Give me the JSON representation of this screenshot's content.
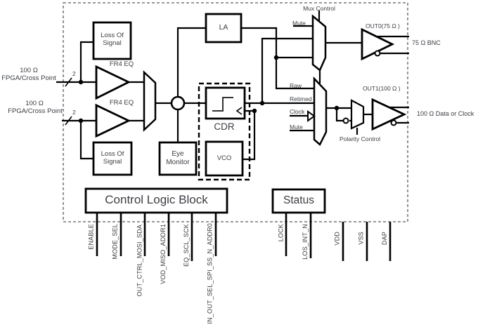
{
  "inputs": {
    "in0": {
      "impedance": "100 Ω",
      "label": "FPGA/Cross Point",
      "bus_width": "2"
    },
    "in1": {
      "impedance": "100 Ω",
      "label": "FPGA/Cross Point",
      "bus_width": "2"
    }
  },
  "blocks": {
    "loss_of_signal_top": {
      "line1": "Loss Of",
      "line2": "Signal"
    },
    "loss_of_signal_bottom": {
      "line1": "Loss Of",
      "line2": "Signal"
    },
    "fr4_eq_top": "FR4 EQ",
    "fr4_eq_bottom": "FR4 EQ",
    "la": "LA",
    "eye_monitor": {
      "line1": "Eye",
      "line2": "Monitor"
    },
    "cdr": "CDR",
    "vco": "VCO",
    "control_logic": "Control Logic Block",
    "status": "Status"
  },
  "mux0": {
    "control_label": "Mux Control",
    "mute": "Mute"
  },
  "mux1": {
    "raw": "Raw",
    "retimed": "Retimed",
    "clock": "Clock",
    "mute": "Mute"
  },
  "polarity": {
    "label": "Polarity Control"
  },
  "outputs": {
    "out0": {
      "name": "OUT0(75 Ω )",
      "destination": "75 Ω BNC"
    },
    "out1": {
      "name": "OUT1(100 Ω )",
      "destination": "100 Ω Data or Clock"
    }
  },
  "pins": {
    "control": [
      "ENABLE",
      "MODE_SEL",
      "OUT_CTRL_MOSI_SDA",
      "VOD_MISO_ADDR1",
      "EQ_SCL_SCK",
      "IN_OUT_SEL_SPI_SS_N_ADDR0"
    ],
    "status": [
      "LOCK",
      "LOS_INT_N"
    ],
    "power": [
      "VDD",
      "VSS",
      "DAP"
    ]
  },
  "colors": {
    "line": "#000000",
    "text": "#3a3d42",
    "background": "#ffffff",
    "chip_outline": "#595c60"
  }
}
